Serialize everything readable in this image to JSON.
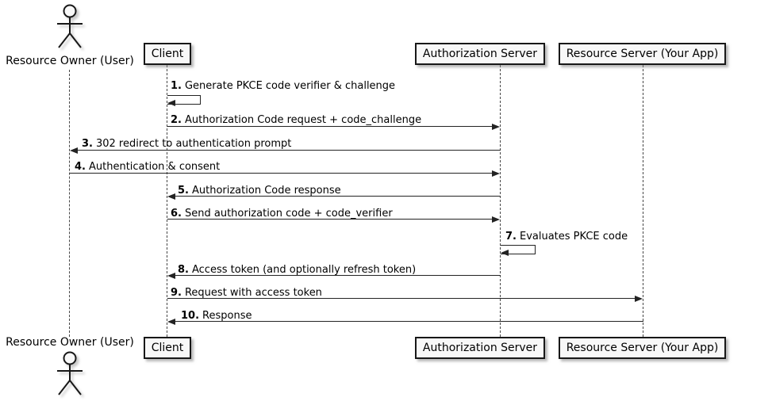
{
  "diagram": {
    "type": "sequence",
    "participants": [
      {
        "name": "Resource Owner (User)",
        "kind": "actor"
      },
      {
        "name": "Client",
        "kind": "participant"
      },
      {
        "name": "Authorization Server",
        "kind": "participant"
      },
      {
        "name": "Resource Server (Your App)",
        "kind": "participant"
      }
    ],
    "messages": [
      {
        "num": "1.",
        "text": "Generate PKCE code verifier & challenge",
        "from": "Client",
        "to": "Client",
        "self_message": true
      },
      {
        "num": "2.",
        "text": "Authorization Code request + code_challenge",
        "from": "Client",
        "to": "Authorization Server",
        "self_message": false
      },
      {
        "num": "3.",
        "text": "302 redirect to authentication prompt",
        "from": "Authorization Server",
        "to": "Resource Owner (User)",
        "self_message": false
      },
      {
        "num": "4.",
        "text": "Authentication & consent",
        "from": "Resource Owner (User)",
        "to": "Authorization Server",
        "self_message": false
      },
      {
        "num": "5.",
        "text": "Authorization Code response",
        "from": "Authorization Server",
        "to": "Client",
        "self_message": false
      },
      {
        "num": "6.",
        "text": "Send authorization code + code_verifier",
        "from": "Client",
        "to": "Authorization Server",
        "self_message": false
      },
      {
        "num": "7.",
        "text": "Evaluates PKCE code",
        "from": "Authorization Server",
        "to": "Authorization Server",
        "self_message": true
      },
      {
        "num": "8.",
        "text": "Access token (and optionally refresh token)",
        "from": "Authorization Server",
        "to": "Client",
        "self_message": false
      },
      {
        "num": "9.",
        "text": "Request with access token",
        "from": "Client",
        "to": "Resource Server (Your App)",
        "self_message": false
      },
      {
        "num": "10.",
        "text": "Response",
        "from": "Resource Server (Your App)",
        "to": "Client",
        "self_message": false
      }
    ],
    "colors": {
      "background": "#ffffff",
      "box_fill": "#f8f8f8",
      "box_border": "#181818",
      "line": "#232323"
    }
  }
}
